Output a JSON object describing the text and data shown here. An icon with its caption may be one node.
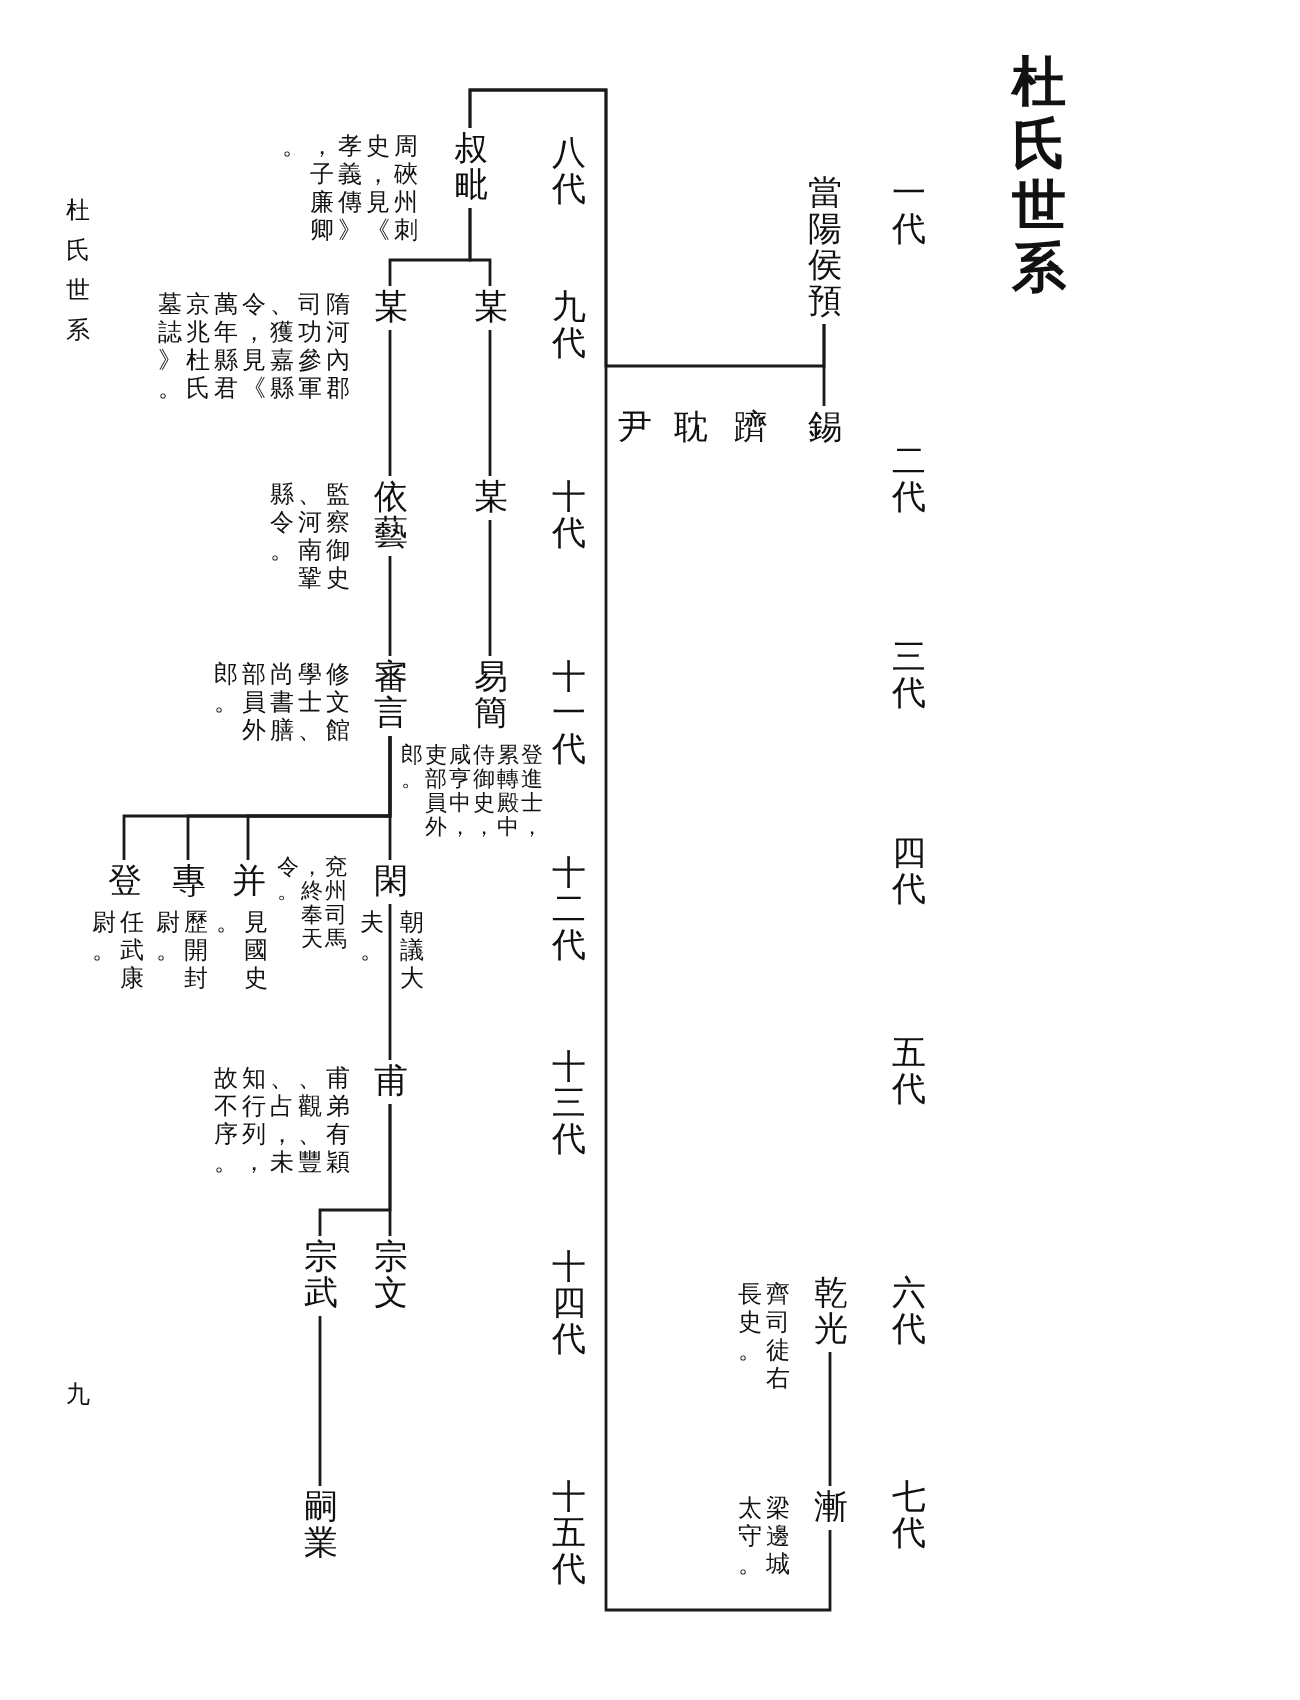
{
  "diagram": {
    "title": "杜氏世系",
    "nodes": [
      {
        "text": [
          "當陽侯預"
        ]
      },
      {
        "text": [
          "錫"
        ]
      },
      {
        "text": [
          "躋"
        ]
      },
      {
        "text": [
          "耽"
        ]
      },
      {
        "text": [
          "尹"
        ]
      },
      {
        "text": [
          "乾光"
        ],
        "beside": [
          "齊司徒右長史。"
        ]
      },
      {
        "text": [
          "漸"
        ],
        "beside": [
          "梁邊城太守。"
        ]
      },
      {
        "text": [
          "叔毗"
        ],
        "beside": [
          "周硤州刺史，見《孝義傳》，子廉卿。"
        ]
      },
      {
        "text": [
          "某"
        ]
      },
      {
        "text": [
          "某"
        ],
        "beside": [
          "隋河內郡司功參軍、獲嘉縣令，見《萬年縣君京兆杜氏墓誌》。"
        ]
      },
      {
        "text": [
          "某"
        ]
      },
      {
        "text": [
          "依藝"
        ],
        "beside": [
          "監察御史、河南鞏縣令。"
        ]
      },
      {
        "text": [
          "易簡"
        ],
        "beside": [
          "登進士，累轉殿中侍御史，咸亨中，吏部員外郎。"
        ]
      },
      {
        "text": [
          "審言"
        ],
        "beside": [
          "修文館學士、尚書膳部員外郎。"
        ]
      },
      {
        "text": [
          "閑"
        ],
        "beside": [
          "朝議大夫。",
          "兗州司馬，終奉天令。"
        ]
      },
      {
        "text": [
          "并"
        ],
        "beside": [
          "見國史。"
        ]
      },
      {
        "text": [
          "專"
        ],
        "beside": [
          "歷開封尉。"
        ]
      },
      {
        "text": [
          "登"
        ],
        "beside": [
          "任武康尉。"
        ]
      },
      {
        "text": [
          "甫"
        ],
        "beside": [
          "甫弟有穎、觀、豐、占，未知行列，故不序。"
        ]
      },
      {
        "text": [
          "宗文"
        ]
      },
      {
        "text": [
          "宗武"
        ]
      },
      {
        "text": [
          "嗣業"
        ]
      }
    ],
    "edges": [
      {
        "from": 0,
        "to": 1,
        "arrow": "none"
      },
      {
        "from": 0,
        "to": 7,
        "arrow": "none"
      },
      {
        "from": 5,
        "to": 6,
        "arrow": "none"
      },
      {
        "from": 6,
        "to": 7,
        "arrow": "none"
      },
      {
        "from": 7,
        "to": 8,
        "arrow": "none"
      },
      {
        "from": 7,
        "to": 9,
        "arrow": "none"
      },
      {
        "from": 8,
        "to": 10,
        "arrow": "none"
      },
      {
        "from": 9,
        "to": 11,
        "arrow": "none"
      },
      {
        "from": 10,
        "to": 12,
        "arrow": "none"
      },
      {
        "from": 11,
        "to": 13,
        "arrow": "none"
      },
      {
        "from": 13,
        "to": 14,
        "arrow": "none"
      },
      {
        "from": 13,
        "to": 15,
        "arrow": "none"
      },
      {
        "from": 13,
        "to": 16,
        "arrow": "none"
      },
      {
        "from": 13,
        "to": 17,
        "arrow": "none"
      },
      {
        "from": 14,
        "to": 18,
        "arrow": "none"
      },
      {
        "from": 18,
        "to": 19,
        "arrow": "none"
      },
      {
        "from": 18,
        "to": 20,
        "arrow": "none"
      },
      {
        "from": 20,
        "to": 21,
        "arrow": "none"
      }
    ],
    "labels": [
      "一代",
      "二代",
      "三代",
      "四代",
      "五代",
      "六代",
      "七代",
      "八代",
      "九代",
      "十代",
      "十一代",
      "十二代",
      "十三代",
      "十四代",
      "十五代",
      "杜氏世系",
      "九"
    ]
  }
}
